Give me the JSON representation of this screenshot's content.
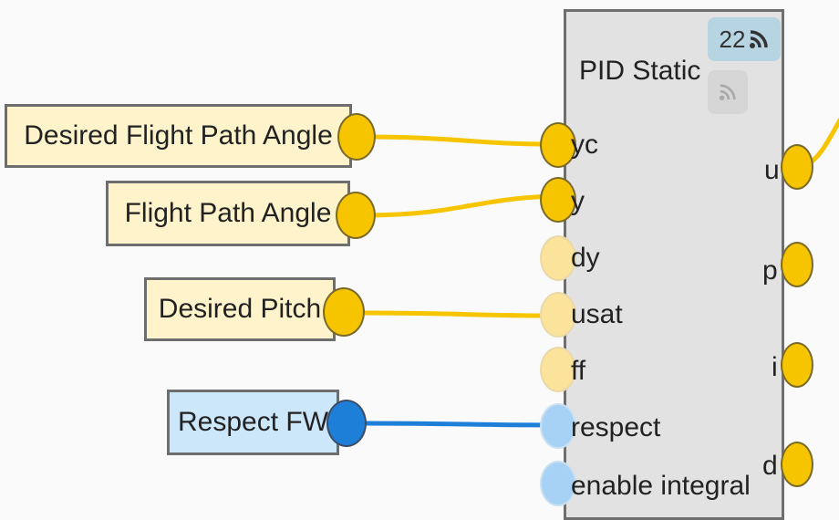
{
  "colors": {
    "signal_yellow": "#f6c500",
    "signal_blue": "#1e7fd8",
    "node_yellow_bg": "#fff3cc",
    "node_blue_bg": "#cce6fa",
    "block_bg": "#e2e2e2",
    "badge_bg": "#b7d4e3"
  },
  "input_nodes": [
    {
      "label": "Desired Flight Path Angle",
      "color": "yellow"
    },
    {
      "label": "Flight Path Angle",
      "color": "yellow"
    },
    {
      "label": "Desired Pitch",
      "color": "yellow"
    },
    {
      "label": "Respect FW",
      "color": "blue"
    }
  ],
  "block": {
    "title": "PID Static",
    "badge_count": "22",
    "badge_icon": "rss-feed-icon",
    "secondary_badge_icon": "rss-feed-disabled-icon",
    "inputs": [
      {
        "label": "yc",
        "connected": true
      },
      {
        "label": "y",
        "connected": true
      },
      {
        "label": "dy",
        "connected": false
      },
      {
        "label": "usat",
        "connected": true
      },
      {
        "label": "ff",
        "connected": false
      },
      {
        "label": "respect",
        "connected": true
      },
      {
        "label": "enable integral",
        "connected": false
      }
    ],
    "outputs": [
      {
        "label": "u",
        "connected": true
      },
      {
        "label": "p",
        "connected": false
      },
      {
        "label": "i",
        "connected": false
      },
      {
        "label": "d",
        "connected": false
      }
    ]
  }
}
